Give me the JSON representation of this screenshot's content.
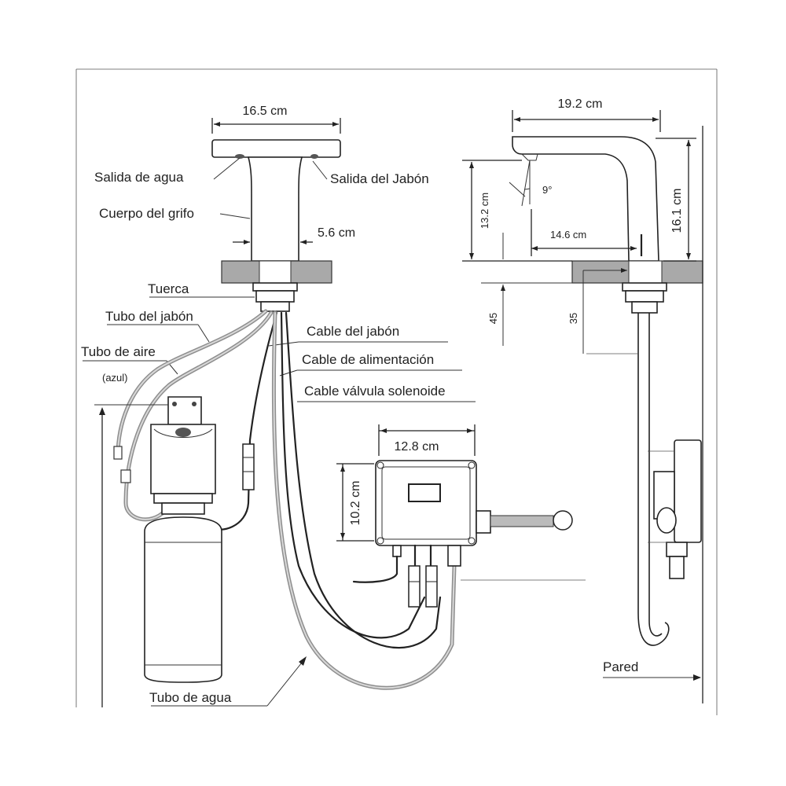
{
  "labels": {
    "salida_agua": "Salida de agua",
    "salida_jabon": "Salida del Jabón",
    "cuerpo_grifo": "Cuerpo del grifo",
    "tuerca": "Tuerca",
    "tubo_jabon": "Tubo del jabón",
    "tubo_aire": "Tubo de aire",
    "azul": "(azul)",
    "cable_jabon": "Cable del jabón",
    "cable_alimentacion": "Cable de alimentación",
    "cable_valvula": "Cable válvula solenoide",
    "tubo_agua": "Tubo de agua",
    "pared": "Pared"
  },
  "dimensions": {
    "top_width": "16.5 cm",
    "body_diameter": "5.6 cm",
    "side_width": "19.2 cm",
    "side_height": "16.1 cm",
    "spout_height": "13.2 cm",
    "spout_reach": "14.6 cm",
    "angle": "9°",
    "under_45": "45",
    "under_35": "35",
    "box_width": "12.8 cm",
    "box_height": "10.2 cm"
  }
}
